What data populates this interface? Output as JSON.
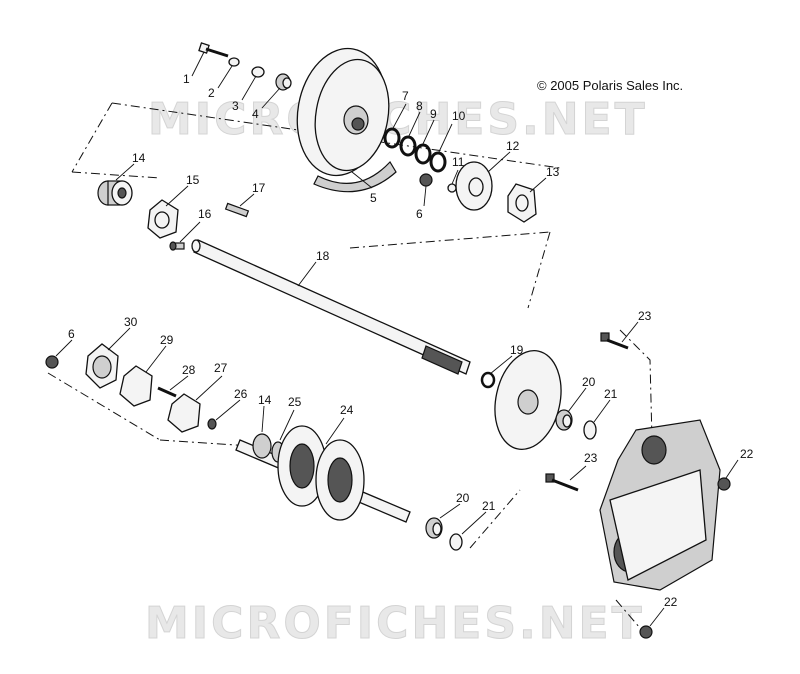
{
  "copyright": "© 2005 Polaris Sales Inc.",
  "watermark": "MICROFICHES.NET",
  "callouts": {
    "c1": "1",
    "c2": "2",
    "c3": "3",
    "c4": "4",
    "c5": "5",
    "c6a": "6",
    "c6b": "6",
    "c7": "7",
    "c8": "8",
    "c9": "9",
    "c10": "10",
    "c11": "11",
    "c12": "12",
    "c13": "13",
    "c14a": "14",
    "c14b": "14",
    "c15": "15",
    "c16": "16",
    "c17": "17",
    "c18": "18",
    "c19": "19",
    "c20a": "20",
    "c20b": "20",
    "c21a": "21",
    "c21b": "21",
    "c22a": "22",
    "c22b": "22",
    "c23a": "23",
    "c23b": "23",
    "c24": "24",
    "c25": "25",
    "c26": "26",
    "c27": "27",
    "c28": "28",
    "c29": "29",
    "c30": "30"
  }
}
